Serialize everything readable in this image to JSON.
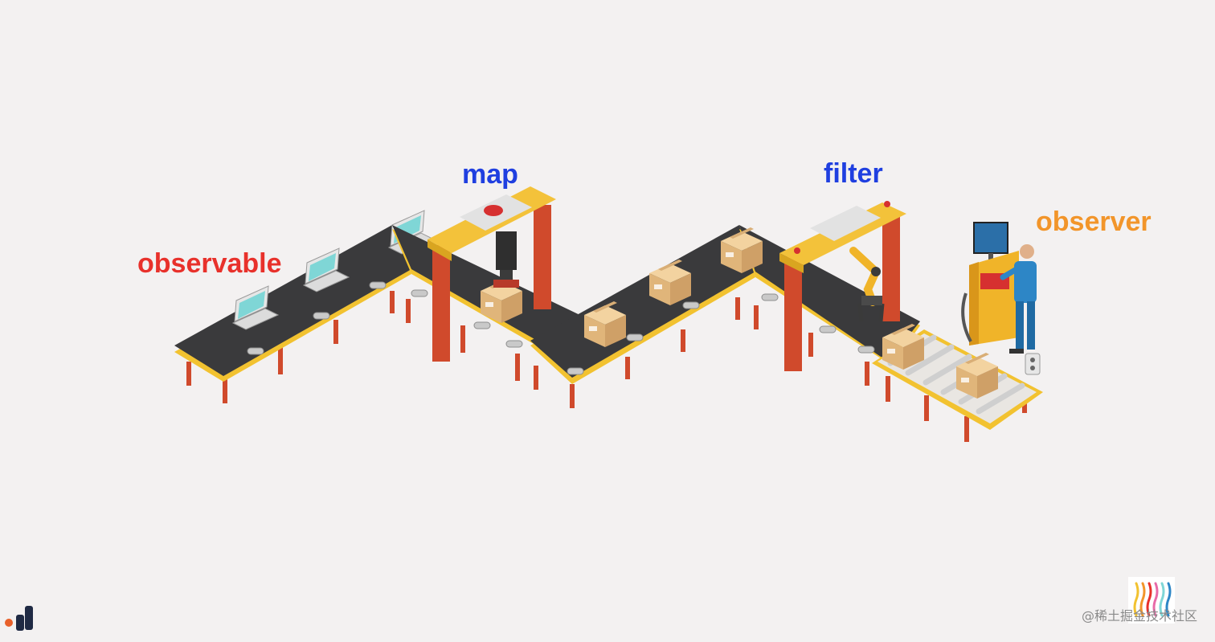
{
  "labels": {
    "observable": "observable",
    "map": "map",
    "filter": "filter",
    "observer": "observer"
  },
  "watermark": "@稀土掘金技术社区",
  "colors": {
    "background": "#f3f1f1",
    "observable_label": "#e8312b",
    "map_label": "#1f3fe0",
    "filter_label": "#1f3fe0",
    "observer_label": "#f2952a",
    "belt": "#3a3a3c",
    "belt_rim": "#f2c230",
    "legs": "#d04a2c",
    "gantry_top": "#f3c23a",
    "box": "#e8bf86",
    "laptop_screen": "#7fd6d6",
    "worker_shirt": "#2d86c6"
  },
  "icons": {
    "conveyor": "conveyor-belt-icon",
    "laptop": "laptop-icon",
    "box": "cardboard-box-icon",
    "press": "press-machine-icon",
    "robot_arm": "robot-arm-icon",
    "control_panel": "control-panel-icon",
    "worker": "worker-icon",
    "corner_logo": "slide-logo-icon",
    "watermark_logo": "juejin-logo-icon"
  }
}
